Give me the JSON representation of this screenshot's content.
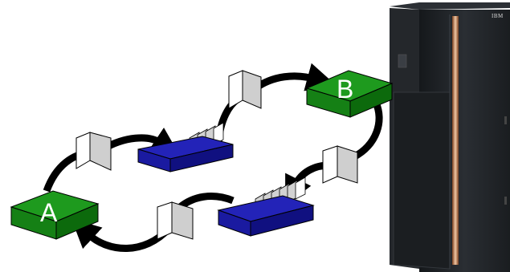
{
  "nodes": {
    "a": {
      "label": "A"
    },
    "b": {
      "label": "B"
    }
  },
  "mainframe": {
    "brand": "IBM"
  },
  "colors": {
    "node_top": "#1e9a1e",
    "node_side": "#0c6a0c",
    "queue_top": "#2323b8",
    "queue_side": "#101080",
    "card": "#d2d2d2",
    "pending_card": "#a8e0a0",
    "gateway_face": "#cfcfcf",
    "arrow": "#000000",
    "mainframe_body": "#1f2226",
    "mainframe_light": "#d9a07a"
  },
  "icons": {
    "arrow": "curved-flow-arrow",
    "gateway": "gateway-panel",
    "queue": "message-queue",
    "node": "system-node",
    "server": "mainframe-server"
  }
}
